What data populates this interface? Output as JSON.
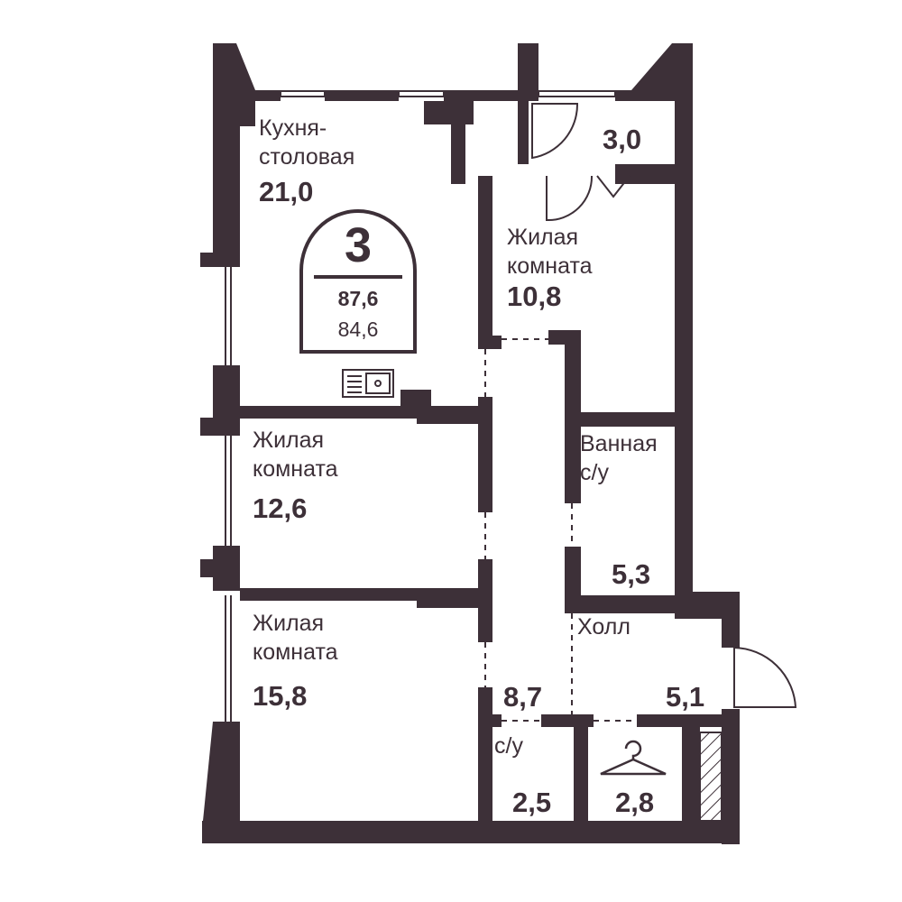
{
  "colors": {
    "wall": "#3d3038",
    "background": "#ffffff"
  },
  "badge": {
    "rooms": "3",
    "total_area": "87,6",
    "living_area": "84,6"
  },
  "rooms": {
    "kitchen": {
      "name_line1": "Кухня-",
      "name_line2": "столовая",
      "area": "21,0"
    },
    "bedroom_top": {
      "name_line1": "Жилая",
      "name_line2": "комната",
      "area": "10,8"
    },
    "bedroom_middle": {
      "name_line1": "Жилая",
      "name_line2": "комната",
      "area": "12,6"
    },
    "bedroom_bottom": {
      "name_line1": "Жилая",
      "name_line2": "комната",
      "area": "15,8"
    },
    "bathroom": {
      "name_line1": "Ванная",
      "name_line2": "с/у",
      "area": "5,3"
    },
    "hall": {
      "name": "Холл",
      "area": "5,1"
    },
    "corridor": {
      "area": "8,7"
    },
    "toilet": {
      "name": "с/у",
      "area": "2,5"
    },
    "wardrobe": {
      "area": "2,8"
    },
    "storage": {
      "area": "3,0"
    }
  },
  "icons": {
    "sink": "sink-icon",
    "hanger": "hanger-icon",
    "shaft": "ventilation-shaft-hatch"
  }
}
